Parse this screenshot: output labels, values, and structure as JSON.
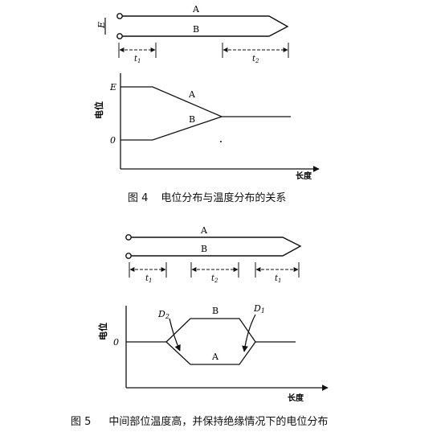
{
  "figure4": {
    "caption_num": "图 4",
    "caption_text": "电位分布与温度分布的关系",
    "top": {
      "wire_a": "A",
      "wire_b": "B",
      "source": "E",
      "span_left": "t",
      "span_left_sub": "1",
      "span_right": "t",
      "span_right_sub": "2"
    },
    "plot": {
      "ylabel": "电位",
      "xlabel": "长度",
      "tick_high": "E",
      "tick_low": "0",
      "curve_a": "A",
      "curve_b": "B"
    }
  },
  "figure5": {
    "caption_num": "图 5",
    "caption_text": "中间部位温度高，并保持绝缘情况下的电位分布",
    "top": {
      "wire_a": "A",
      "wire_b": "B",
      "span_left": "t",
      "span_left_sub": "1",
      "span_mid": "t",
      "span_mid_sub": "2",
      "span_right": "t",
      "span_right_sub": "1"
    },
    "plot": {
      "ylabel": "电位",
      "xlabel": "长度",
      "tick_zero": "0",
      "curve_a": "A",
      "curve_b": "B",
      "label_d2": "D",
      "label_d2_sub": "2",
      "label_d1": "D",
      "label_d1_sub": "1"
    }
  }
}
